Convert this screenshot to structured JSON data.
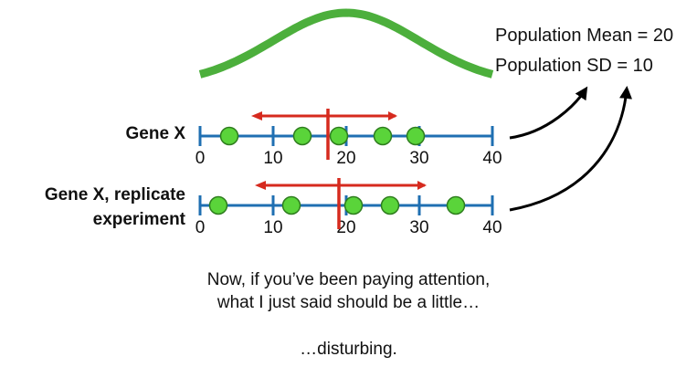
{
  "population": {
    "mean_text": "Population Mean = 20",
    "sd_text": "Population SD = 10",
    "mean": 20,
    "sd": 10
  },
  "axis": {
    "min": 0,
    "max": 40,
    "ticks": [
      0,
      10,
      20,
      30,
      40
    ]
  },
  "rows": [
    {
      "label_lines": [
        "Gene X"
      ],
      "points": [
        4,
        14,
        19,
        25,
        29.5
      ],
      "mean": 17.5,
      "sd_range": [
        7,
        27
      ]
    },
    {
      "label_lines": [
        "Gene X, replicate",
        "experiment"
      ],
      "points": [
        2.5,
        12.5,
        21,
        26,
        35
      ],
      "mean": 19,
      "sd_range": [
        7.5,
        31
      ]
    }
  ],
  "narration": {
    "line1": "Now, if you’ve been paying attention,",
    "line2": "what I just said should be a little…",
    "line3": "…disturbing."
  },
  "colors": {
    "curve": "#4caf3c",
    "axis": "#1f6fb2",
    "point_fill": "#5ad43a",
    "point_stroke": "#2e7d1e",
    "mean_line": "#d62a1e",
    "arrow": "#000000"
  }
}
